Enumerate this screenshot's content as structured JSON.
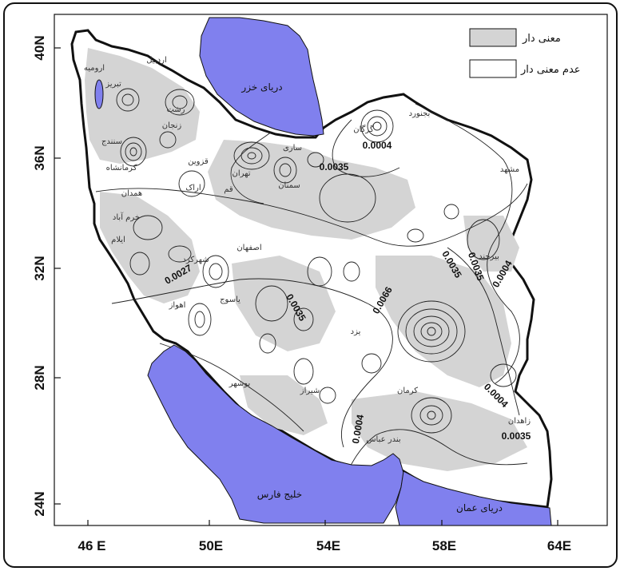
{
  "map": {
    "y_axis_labels": [
      "40N",
      "36N",
      "32N",
      "28N",
      "24N"
    ],
    "x_axis_labels": [
      "46 E",
      "50E",
      "54E",
      "58E",
      "64E"
    ],
    "legend": {
      "significant": "معنی دار",
      "not_significant": "عدم معنی دار",
      "significant_color": "#d4d4d4",
      "not_significant_color": "#ffffff"
    },
    "water_color": "#8080ee",
    "water_bodies": {
      "caspian": "دریای خزر",
      "persian_gulf": "خلیج فارس",
      "oman_sea": "دریای عمان"
    },
    "contour_labels": [
      "0.0004",
      "0.0035",
      "0.0035",
      "0.0027",
      "0.0035",
      "0.0066",
      "0.0035",
      "0.0004",
      "0.0004",
      "0.0035",
      "0.0004"
    ],
    "cities": [
      "ارومیه",
      "تبریز",
      "اردبیل",
      "زنجان",
      "رشت",
      "گرگان",
      "بجنورد",
      "مشهد",
      "ساری",
      "سمنان",
      "تهران",
      "قزوین",
      "کرمانشاه",
      "همدان",
      "اراک",
      "قم",
      "خرم آباد",
      "ایلام",
      "اصفهان",
      "شهرکرد",
      "اهواز",
      "یاسوج",
      "یزد",
      "شیراز",
      "بوشهر",
      "کرمان",
      "بیرجند",
      "زاهدان",
      "بندر عباس",
      "سنندج"
    ]
  }
}
